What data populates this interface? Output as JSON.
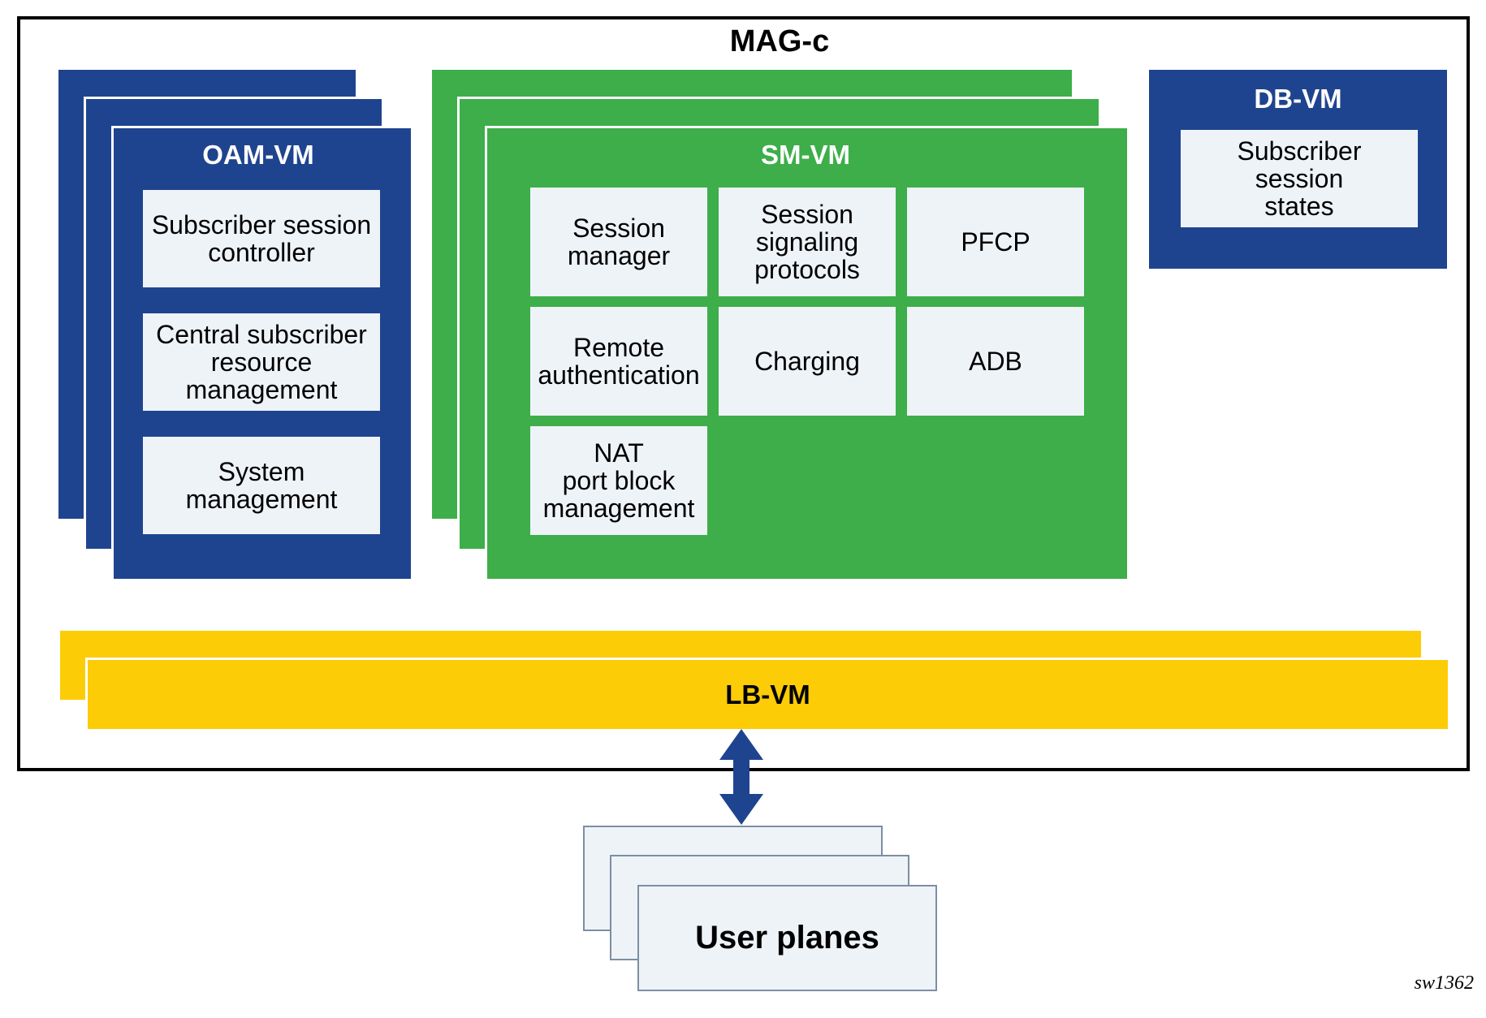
{
  "diagram": {
    "title": "MAG-c",
    "colors": {
      "oam_blue": "#1f448f",
      "sm_green": "#3dae49",
      "lb_yellow": "#fccc07",
      "module_fill": "#eef3f8",
      "arrow_blue": "#1f448f"
    },
    "oam_vm": {
      "label": "OAM-VM",
      "modules": [
        "Subscriber session\ncontroller",
        "Central subscriber\nresource\nmanagement",
        "System\nmanagement"
      ]
    },
    "sm_vm": {
      "label": "SM-VM",
      "modules": [
        "Session\nmanager",
        "Session\nsignaling\nprotocols",
        "PFCP",
        "Remote\nauthentication",
        "Charging",
        "ADB",
        "NAT\nport block\nmanagement"
      ]
    },
    "db_vm": {
      "label": "DB-VM",
      "modules": [
        "Subscriber\nsession\nstates"
      ]
    },
    "lb_vm": {
      "label": "LB-VM"
    },
    "user_planes": {
      "label": "User planes"
    },
    "figure_id": "sw1362"
  }
}
